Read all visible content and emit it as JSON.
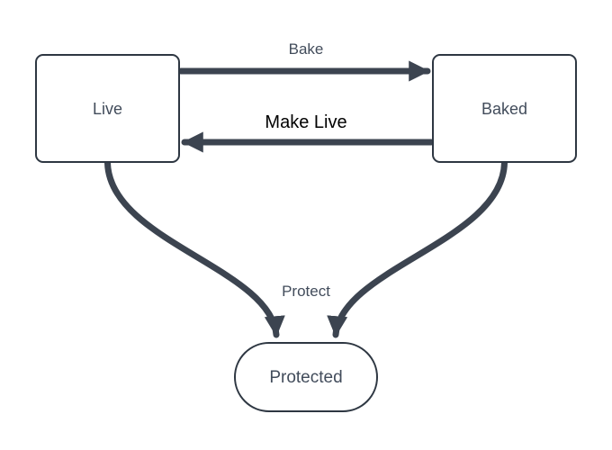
{
  "diagram": {
    "type": "state-diagram",
    "background_color": "#ffffff",
    "nodes": [
      {
        "id": "live",
        "label": "Live",
        "shape": "rectangle",
        "fill": "#ffffff",
        "border_color": "#2e3742"
      },
      {
        "id": "baked",
        "label": "Baked",
        "shape": "rectangle",
        "fill": "#ffffff",
        "border_color": "#2e3742"
      },
      {
        "id": "protected",
        "label": "Protected",
        "shape": "stadium",
        "fill": "#ffffff",
        "border_color": "#2e3742"
      }
    ],
    "edges": [
      {
        "from": "live",
        "to": "baked",
        "label": "Bake",
        "label_color": "#424c5b",
        "direction": "left-to-right"
      },
      {
        "from": "baked",
        "to": "live",
        "label": "Make Live",
        "label_color": "#000000",
        "direction": "right-to-left"
      },
      {
        "from": "live",
        "to": "protected",
        "label": "Protect",
        "label_color": "#424c5b",
        "direction": "curved-down"
      },
      {
        "from": "baked",
        "to": "protected",
        "label": "Protect",
        "label_color": "#424c5b",
        "direction": "curved-down"
      }
    ],
    "colors": {
      "edge_stroke": "#3c4450",
      "node_border": "#2e3742",
      "node_text": "#424c5b",
      "edge_label": "#424c5b",
      "edge_label_active": "#000000",
      "node_fill": "#ffffff"
    }
  }
}
